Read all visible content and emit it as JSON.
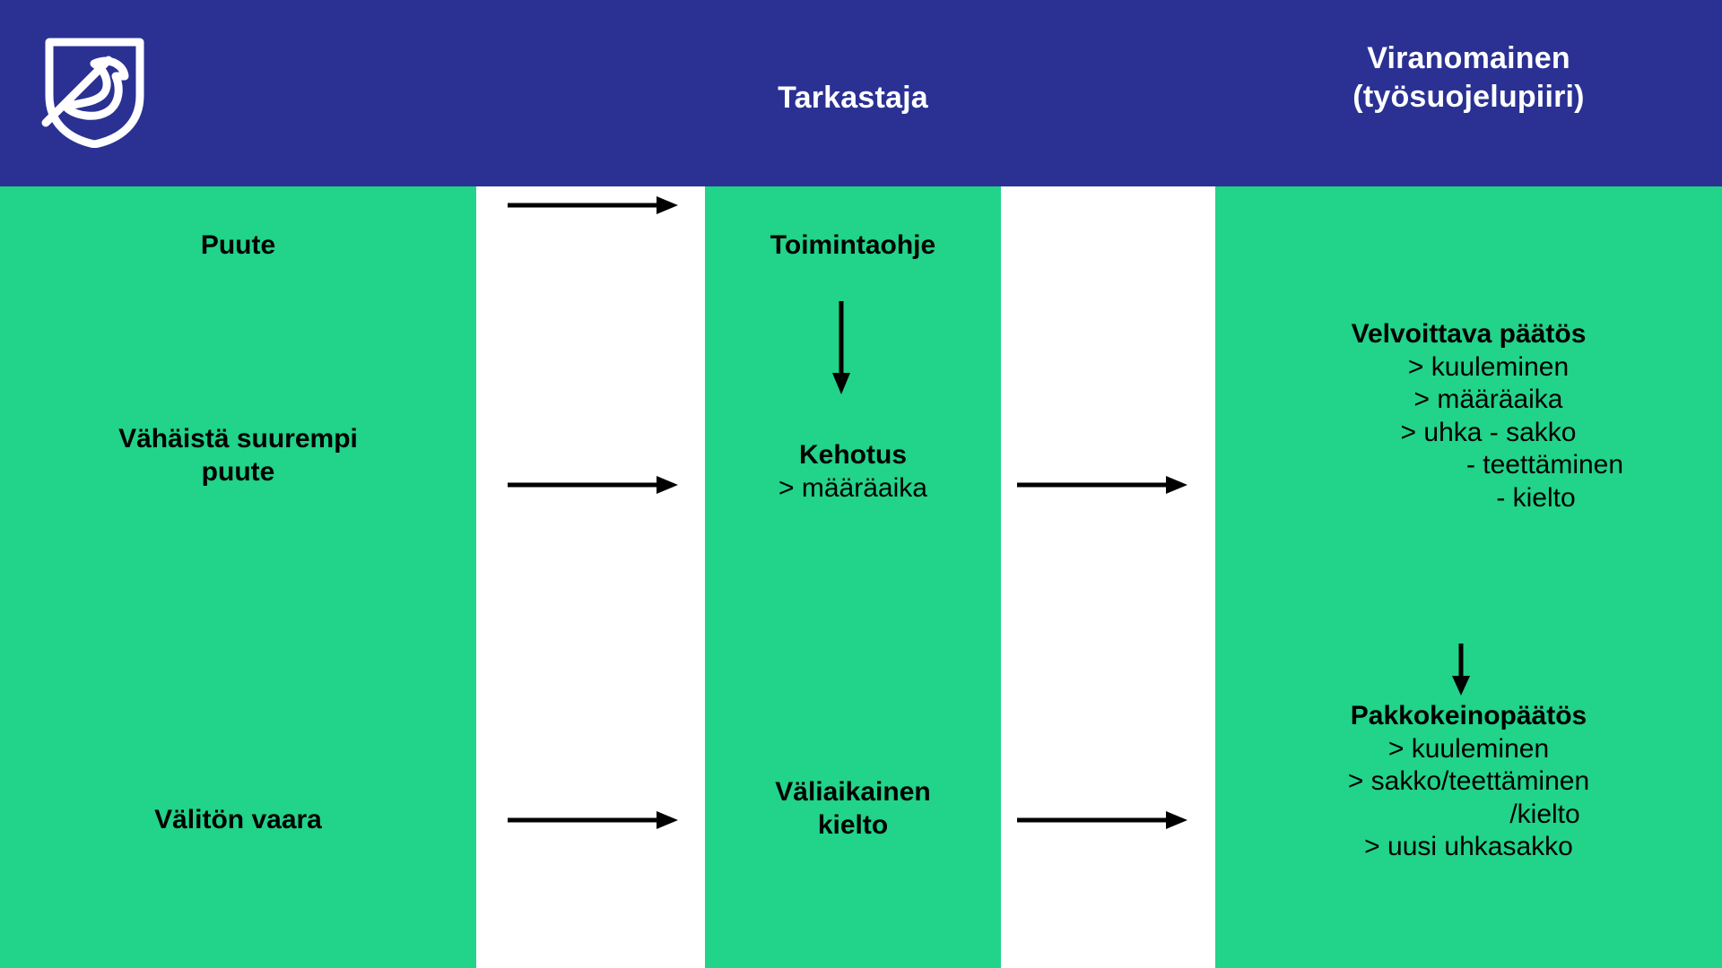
{
  "colors": {
    "header_blue": "#2a3193",
    "panel_green": "#22d38a",
    "gap_white": "#ffffff",
    "text_black": "#000000",
    "header_text": "#ffffff"
  },
  "header": {
    "logo_name": "shield-bird-logo",
    "columns": [
      {
        "id": "tyonantaja",
        "title_lines": []
      },
      {
        "id": "tarkastaja",
        "title_lines": [
          "Tarkastaja"
        ]
      },
      {
        "id": "viranomainen",
        "title_lines": [
          "Viranomainen",
          "(työsuojelupiiri)"
        ]
      }
    ]
  },
  "columns": {
    "left": {
      "name": "situation-column",
      "blocks": [
        {
          "id": "puute",
          "lines": [
            {
              "text": "Puute",
              "bold": true,
              "indent": 0
            }
          ]
        },
        {
          "id": "vahaista-suurempi-puute",
          "lines": [
            {
              "text": "Vähäistä suurempi",
              "bold": true,
              "indent": 0
            },
            {
              "text": "puute",
              "bold": true,
              "indent": 0
            }
          ]
        },
        {
          "id": "valiton-vaara",
          "lines": [
            {
              "text": "Välitön vaara",
              "bold": true,
              "indent": 0
            }
          ]
        }
      ]
    },
    "middle": {
      "name": "inspector-column",
      "blocks": [
        {
          "id": "toimintaohje",
          "lines": [
            {
              "text": "Toimintaohje",
              "bold": true,
              "indent": 0
            }
          ]
        },
        {
          "id": "kehotus",
          "lines": [
            {
              "text": "Kehotus",
              "bold": true,
              "indent": 0
            },
            {
              "text": "> määräaika",
              "bold": false,
              "indent": 0
            }
          ]
        },
        {
          "id": "valiaikainen-kielto",
          "lines": [
            {
              "text": "Väliaikainen",
              "bold": true,
              "indent": 0
            },
            {
              "text": "kielto",
              "bold": true,
              "indent": 0
            }
          ]
        }
      ]
    },
    "right": {
      "name": "authority-column",
      "blocks": [
        {
          "id": "velvoittava-paatos",
          "lines": [
            {
              "text": "Velvoittava päätös",
              "bold": true,
              "indent": 0
            },
            {
              "text": "> kuuleminen",
              "bold": false,
              "indent": 1
            },
            {
              "text": "> määräaika",
              "bold": false,
              "indent": 1
            },
            {
              "text": "> uhka - sakko",
              "bold": false,
              "indent": 1
            },
            {
              "text": "- teettäminen",
              "bold": false,
              "indent": 2
            },
            {
              "text": "- kielto",
              "bold": false,
              "indent": 3
            }
          ]
        },
        {
          "id": "pakkokeinopaatos",
          "lines": [
            {
              "text": "Pakkokeinopäätös",
              "bold": true,
              "indent": 0
            },
            {
              "text": "> kuuleminen",
              "bold": false,
              "indent": 0
            },
            {
              "text": "> sakko/teettäminen",
              "bold": false,
              "indent": 0
            },
            {
              "text": "/kielto",
              "bold": false,
              "indent": 2
            },
            {
              "text": "> uusi uhkasakko",
              "bold": false,
              "indent": 0
            }
          ]
        }
      ]
    }
  },
  "arrows": [
    {
      "id": "arrow-puute-to-toimintaohje",
      "direction": "right"
    },
    {
      "id": "arrow-toimintaohje-to-kehotus",
      "direction": "down"
    },
    {
      "id": "arrow-vahaista-to-kehotus",
      "direction": "right"
    },
    {
      "id": "arrow-kehotus-to-velvoittava",
      "direction": "right"
    },
    {
      "id": "arrow-velvoittava-to-pakkokeino",
      "direction": "down"
    },
    {
      "id": "arrow-valiton-to-valiaikainen",
      "direction": "right"
    },
    {
      "id": "arrow-valiaikainen-to-pakkokeino",
      "direction": "right"
    }
  ]
}
